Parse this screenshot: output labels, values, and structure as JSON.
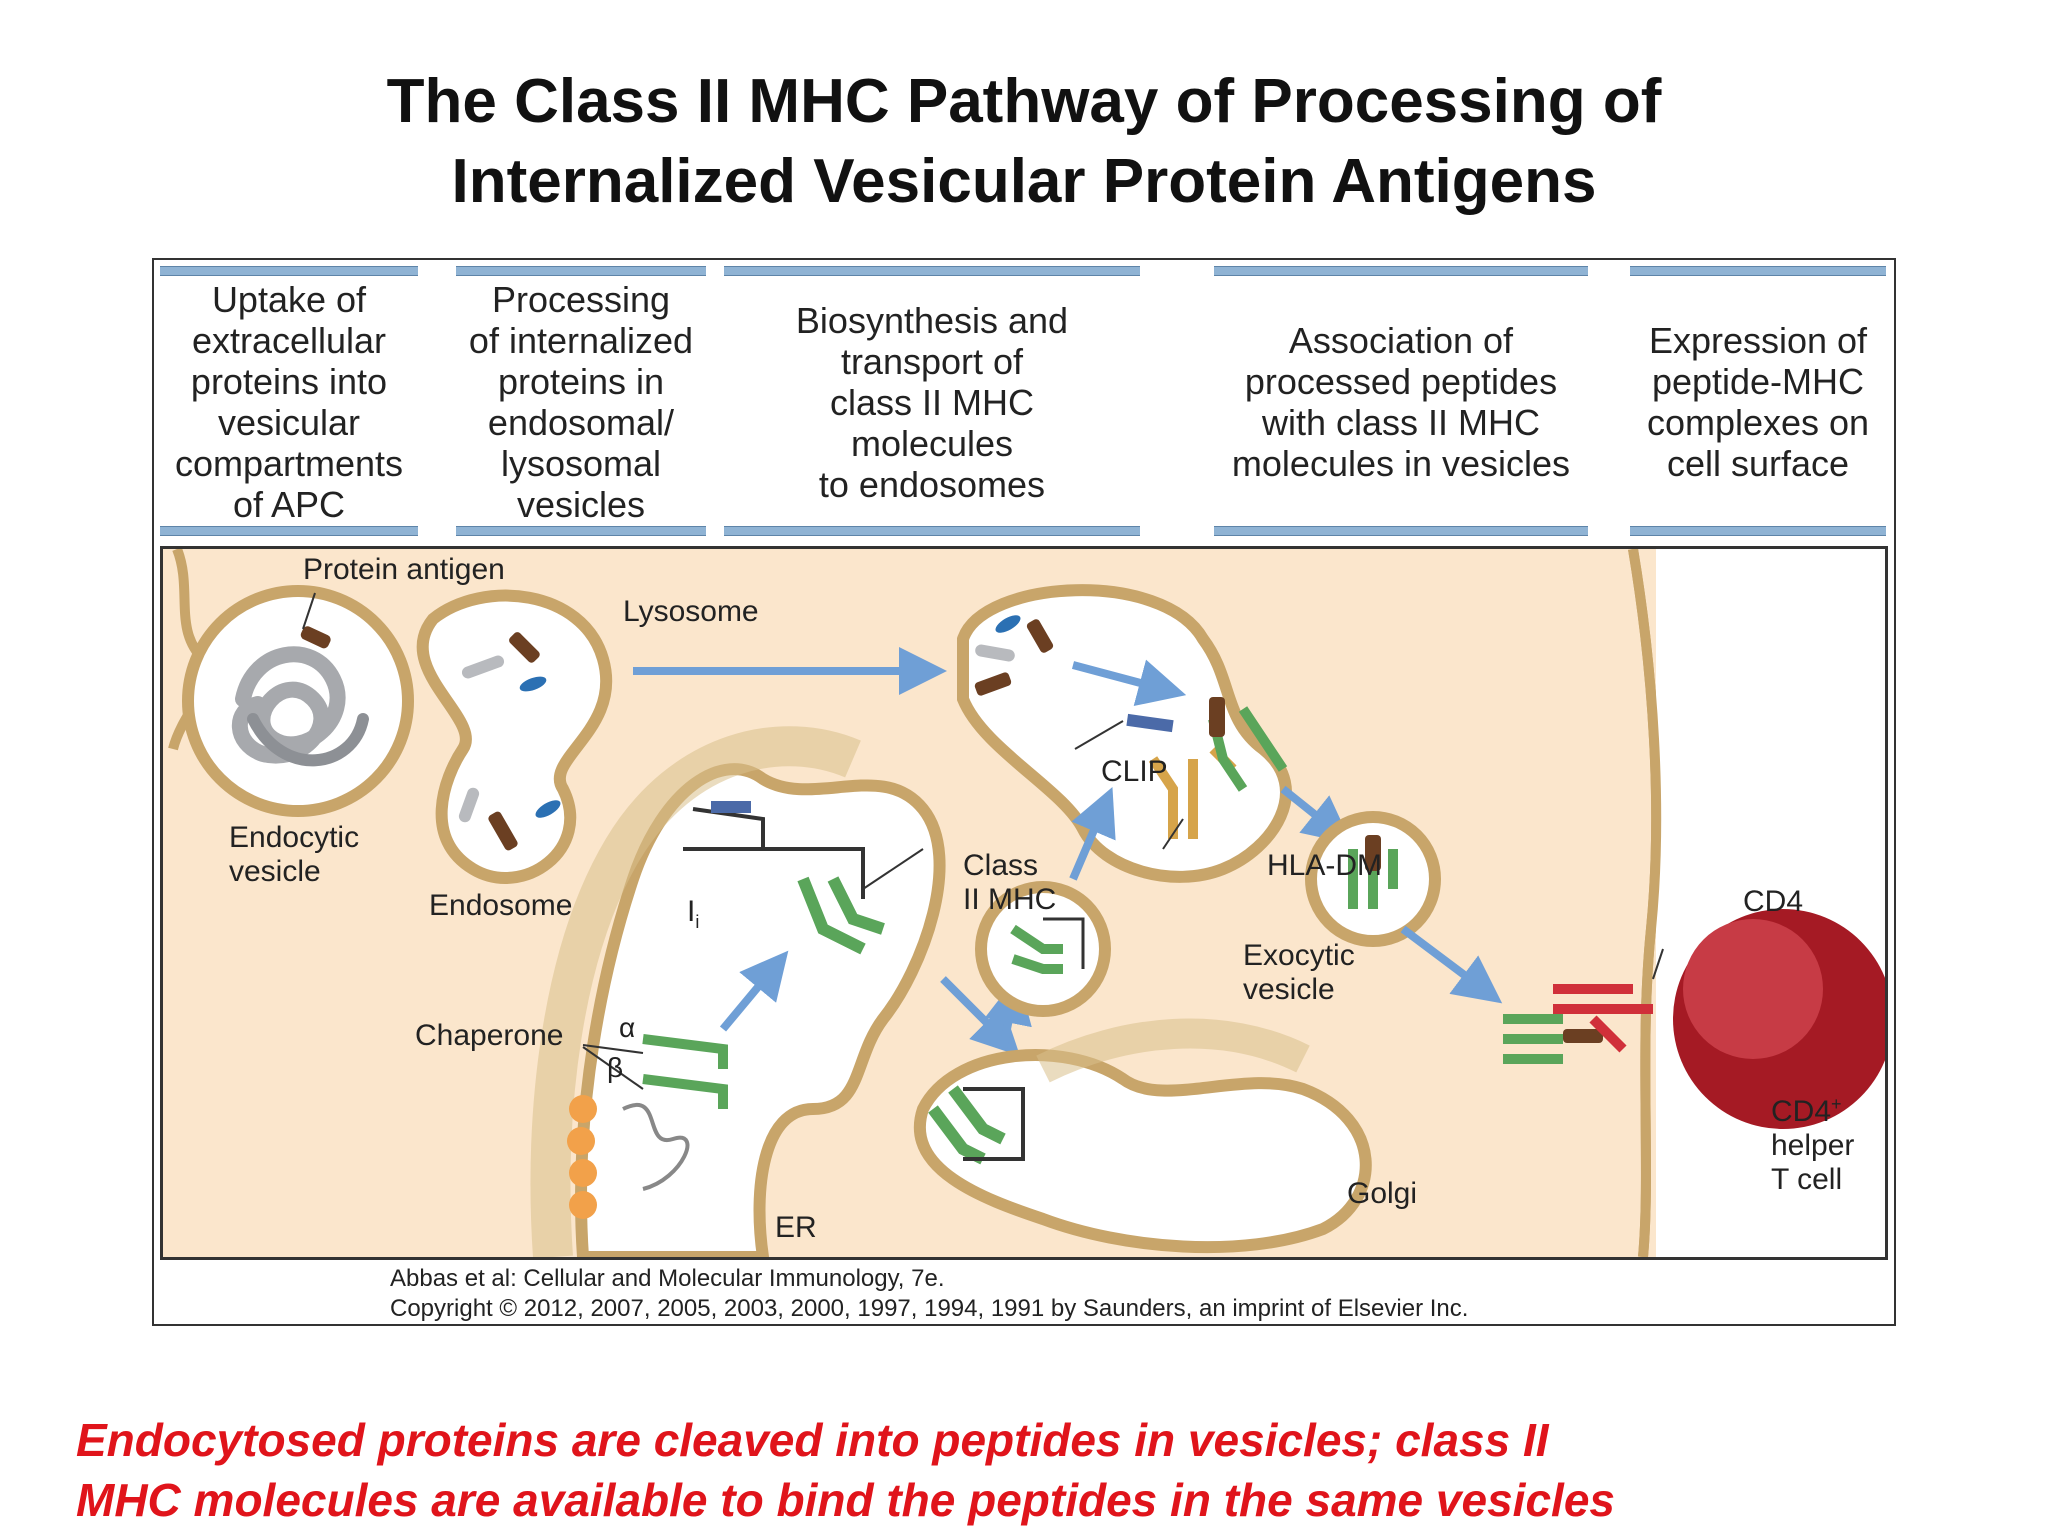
{
  "title": {
    "line1": "The Class II MHC Pathway of Processing of",
    "line2": "Internalized Vesicular Protein Antigens"
  },
  "phases": [
    "Uptake of\nextracellular\nproteins into\nvesicular\ncompartments\nof APC",
    "Processing\nof internalized\nproteins in\nendosomal/\nlysosomal\nvesicles",
    "Biosynthesis and\ntransport of\nclass II MHC\nmolecules\nto endosomes",
    "Association of\nprocessed peptides\nwith class II MHC\nmolecules in vesicles",
    "Expression of\npeptide-MHC\ncomplexes on\ncell surface"
  ],
  "labels": {
    "protein_antigen": "Protein antigen",
    "lysosome": "Lysosome",
    "endocytic_vesicle": "Endocytic\nvesicle",
    "endosome": "Endosome",
    "ii": "I",
    "ii_sub": "i",
    "chaperone": "Chaperone",
    "alpha": "α",
    "beta": "β",
    "er": "ER",
    "class_ii_mhc": "Class\nII MHC",
    "clip": "CLIP",
    "hla_dm": "HLA-DM",
    "exocytic_vesicle": "Exocytic\nvesicle",
    "golgi": "Golgi",
    "cd4": "CD4",
    "cd4_helper": "CD4",
    "cd4_sup": "+",
    "helper_t_cell": "helper\nT cell"
  },
  "credit": {
    "line1": "Abbas et al: Cellular and Molecular Immunology, 7e.",
    "line2": "Copyright © 2012, 2007, 2005, 2003, 2000, 1997, 1994, 1991 by Saunders, an imprint of Elsevier Inc."
  },
  "caption": {
    "line1": "Endocytosed proteins are cleaved into peptides in vesicles; class II",
    "line2": "MHC molecules are available to bind the peptides in the same vesicles"
  },
  "colors": {
    "cytoplasm": "#fbe6cc",
    "membrane": "#c8a56a",
    "arrow": "#6f9fd6",
    "mhc": "#5aa55a",
    "caption": "#e0141b"
  }
}
